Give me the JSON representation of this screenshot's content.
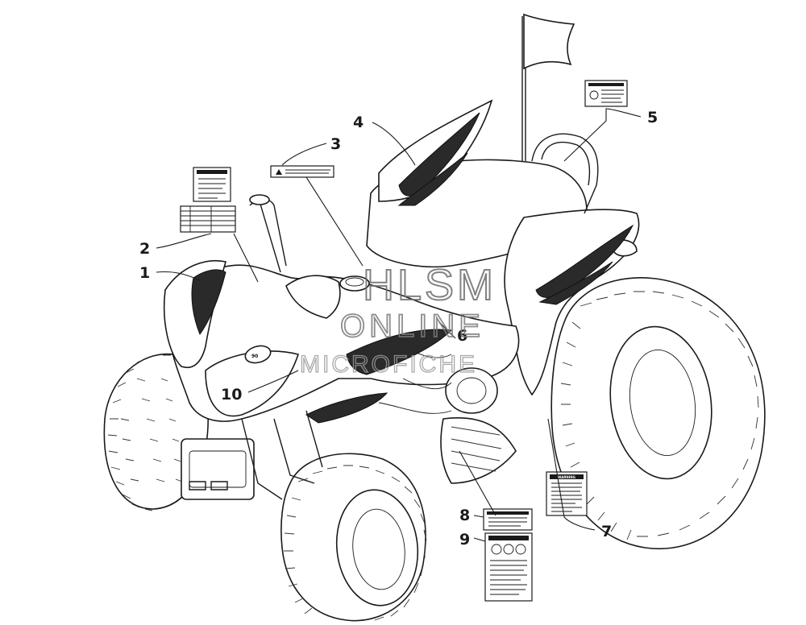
{
  "callouts": [
    {
      "number": "1"
    },
    {
      "number": "2"
    },
    {
      "number": "3"
    },
    {
      "number": "4"
    },
    {
      "number": "5"
    },
    {
      "number": "6"
    },
    {
      "number": "7"
    },
    {
      "number": "8"
    },
    {
      "number": "9"
    },
    {
      "number": "10"
    }
  ],
  "watermark": {
    "line1": "HLSM",
    "line2": "ONLINE",
    "line3": "MICROFICHE"
  },
  "decal": {
    "emblem": "90",
    "warning_word": "WARNING"
  },
  "colors": {
    "ink": "#1a1a1a",
    "paper": "#ffffff",
    "watermark": "#6d6d6d"
  }
}
